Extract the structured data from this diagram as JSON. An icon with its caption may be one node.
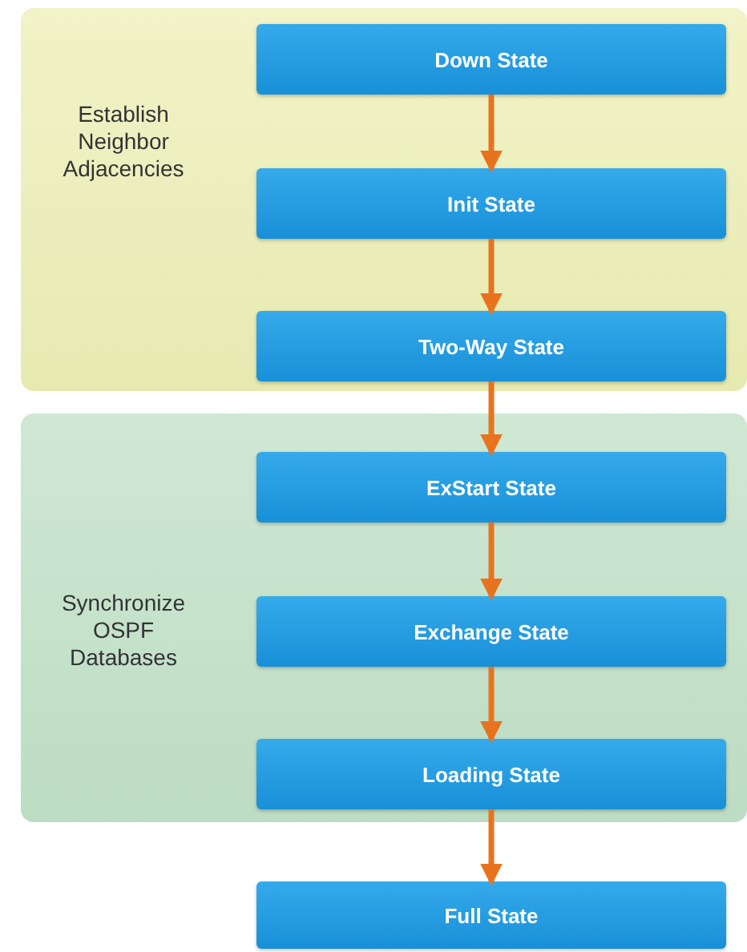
{
  "diagram": {
    "nodes": [
      {
        "text": [
          "Establish Neighbor Adjacencies"
        ]
      },
      {
        "text": [
          "Down State"
        ],
        "in": 0
      },
      {
        "text": [
          "Init State"
        ],
        "in": 0
      },
      {
        "text": [
          "Two-Way State"
        ],
        "in": 0
      },
      {
        "text": [
          "Synchronize OSPF Databases"
        ]
      },
      {
        "text": [
          "ExStart State"
        ],
        "in": 4
      },
      {
        "text": [
          "Exchange State"
        ],
        "in": 4
      },
      {
        "text": [
          "Loading State"
        ],
        "in": 4
      },
      {
        "text": [
          "Full State"
        ]
      }
    ],
    "edges": [
      {
        "from": 1,
        "to": 2,
        "arrow": "to"
      },
      {
        "from": 2,
        "to": 3,
        "arrow": "to"
      },
      {
        "from": 3,
        "to": 5,
        "arrow": "to"
      },
      {
        "from": 5,
        "to": 6,
        "arrow": "to"
      },
      {
        "from": 6,
        "to": 7,
        "arrow": "to"
      },
      {
        "from": 7,
        "to": 8,
        "arrow": "to"
      }
    ]
  }
}
